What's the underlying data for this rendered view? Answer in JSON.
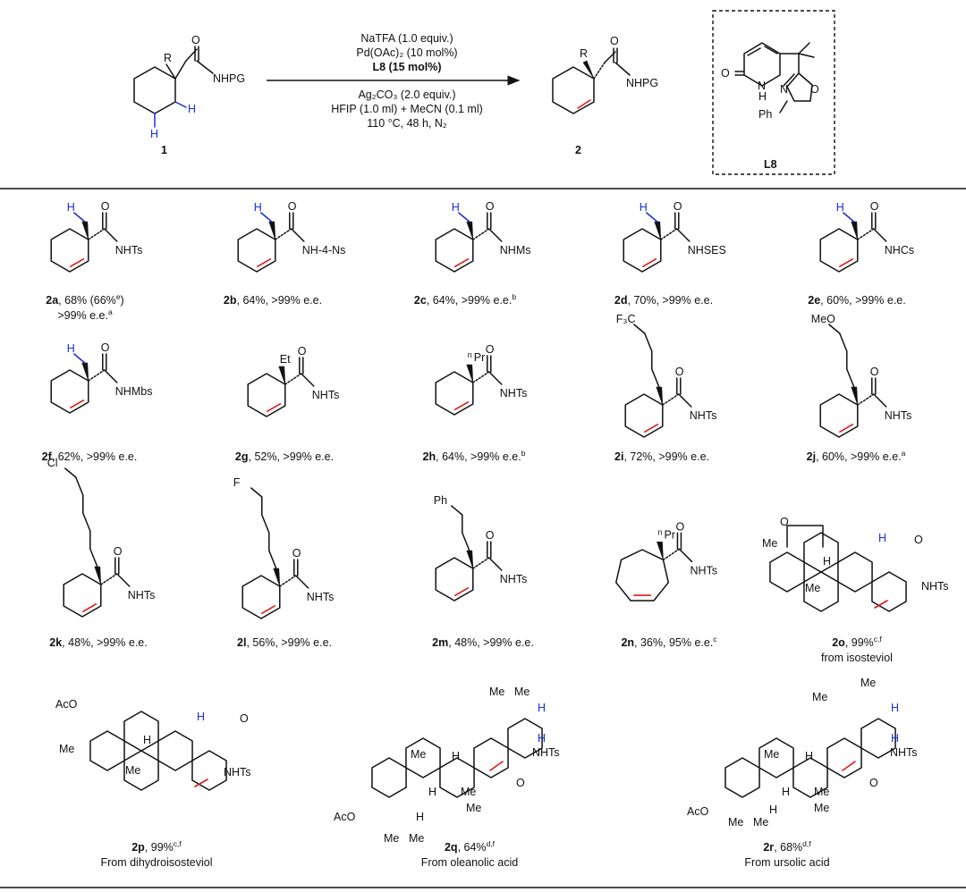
{
  "scheme": {
    "reactant": {
      "number": "1",
      "labels": {
        "r": "R",
        "o": "O",
        "nhpg": "NHPG",
        "h": "H"
      }
    },
    "product": {
      "number": "2",
      "labels": {
        "r": "R",
        "o": "O",
        "nhpg": "NHPG"
      }
    },
    "conditions": {
      "above": [
        "NaTFA (1.0 equiv.)",
        "Pd(OAc)₂ (10 mol%)",
        "L8 (15 mol%)"
      ],
      "below": [
        "Ag₂CO₃ (2.0 equiv.)",
        "HFIP (1.0 ml) + MeCN (0.1 ml)",
        "110 °C, 48 h, N₂"
      ]
    },
    "ligand": {
      "name": "L8",
      "labels": {
        "o": "O",
        "n": "N",
        "h": "H",
        "n2": "N",
        "o2": "O",
        "ph": "Ph"
      }
    }
  },
  "entries": [
    {
      "id": "2a",
      "amide": "NHTs",
      "substituent": "H",
      "result": "68% (66%",
      "sup": "e",
      "result2": ")",
      "line2": ">99% e.e.",
      "line2_sup": "a"
    },
    {
      "id": "2b",
      "amide": "NH-4-Ns",
      "substituent": "H",
      "result": "64%, >99% e.e.",
      "sup": ""
    },
    {
      "id": "2c",
      "amide": "NHMs",
      "substituent": "H",
      "result": "64%, >99% e.e.",
      "sup": "b"
    },
    {
      "id": "2d",
      "amide": "NHSES",
      "substituent": "H",
      "result": "70%, >99% e.e.",
      "sup": ""
    },
    {
      "id": "2e",
      "amide": "NHCs",
      "substituent": "H",
      "result": "60%, >99% e.e.",
      "sup": ""
    },
    {
      "id": "2f",
      "amide": "NHMbs",
      "substituent": "H",
      "result": "62%, >99% e.e.",
      "sup": ""
    },
    {
      "id": "2g",
      "amide": "NHTs",
      "substituent": "Et",
      "result": "52%, >99% e.e.",
      "sup": ""
    },
    {
      "id": "2h",
      "amide": "NHTs",
      "substituent": "nPr",
      "result": "64%, >99% e.e.",
      "sup": "b"
    },
    {
      "id": "2i",
      "amide": "NHTs",
      "substituent": "F₃C",
      "result": "72%, >99% e.e.",
      "sup": ""
    },
    {
      "id": "2j",
      "amide": "NHTs",
      "substituent": "MeO",
      "result": "60%, >99% e.e.",
      "sup": "a"
    },
    {
      "id": "2k",
      "amide": "NHTs",
      "substituent": "Cl",
      "result": "48%, >99% e.e.",
      "sup": ""
    },
    {
      "id": "2l",
      "amide": "NHTs",
      "substituent": "F",
      "result": "56%, >99% e.e.",
      "sup": ""
    },
    {
      "id": "2m",
      "amide": "NHTs",
      "substituent": "Ph",
      "result": "48%, >99% e.e.",
      "sup": ""
    },
    {
      "id": "2n",
      "amide": "NHTs",
      "substituent": "nPr",
      "result": "36%, 95% e.e.",
      "sup": "c"
    },
    {
      "id": "2o",
      "amide": "NHTs",
      "result": "99%",
      "sup": "c,f",
      "source": "from isosteviol",
      "labels": {
        "o": "O",
        "me1": "Me",
        "h": "H",
        "me2": "Me",
        "h2": "H",
        "o2": "O"
      }
    },
    {
      "id": "2p",
      "amide": "NHTs",
      "result": "99%",
      "sup": "c,f",
      "source": "From dihydroisosteviol",
      "labels": {
        "aco": "AcO",
        "me1": "Me",
        "h": "H",
        "me2": "Me",
        "h2": "H",
        "o": "O"
      }
    },
    {
      "id": "2q",
      "amide": "NHTs",
      "result": "64%",
      "sup": "d,f",
      "source": "From oleanolic acid",
      "labels": {
        "me1": "Me",
        "me2": "Me",
        "me3": "Me",
        "me4": "Me",
        "me5": "Me",
        "me6": "Me",
        "me7": "Me",
        "h1": "H",
        "h2": "H",
        "h3": "H",
        "h4": "H",
        "h5": "H",
        "aco": "AcO",
        "o": "O"
      }
    },
    {
      "id": "2r",
      "amide": "NHTs",
      "result": "68%",
      "sup": "d,f",
      "source": "From ursolic acid",
      "labels": {
        "me1": "Me",
        "me2": "Me",
        "me3": "Me",
        "me4": "Me",
        "me5": "Me",
        "me6": "Me",
        "me7": "Me",
        "h1": "H",
        "h2": "H",
        "h3": "H",
        "h4": "H",
        "h5": "H",
        "aco": "AcO",
        "o": "O"
      }
    }
  ],
  "colors": {
    "new_alkene": "#e01a1a",
    "ch_bond": "#1530d8",
    "ink": "#111111"
  }
}
